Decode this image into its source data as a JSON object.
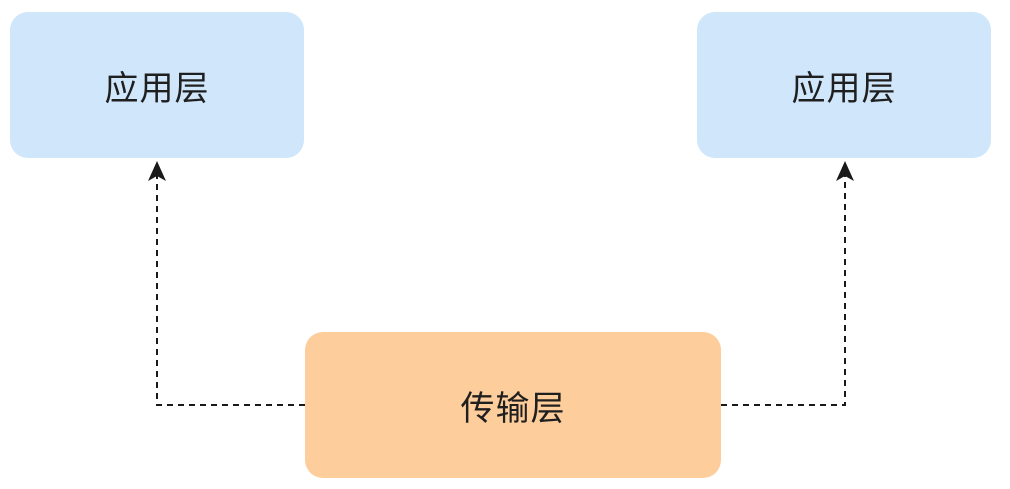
{
  "nodes": {
    "app_left": {
      "label": "应用层"
    },
    "app_right": {
      "label": "应用层"
    },
    "transport": {
      "label": "传输层"
    }
  },
  "colors": {
    "application_fill": "#cfe6fb",
    "transport_fill": "#fdcd9b",
    "connector": "#1a1a1a"
  },
  "edges": [
    {
      "from": "transport",
      "to": "app_left",
      "style": "dashed",
      "arrow": "end"
    },
    {
      "from": "transport",
      "to": "app_right",
      "style": "dashed",
      "arrow": "end"
    }
  ]
}
